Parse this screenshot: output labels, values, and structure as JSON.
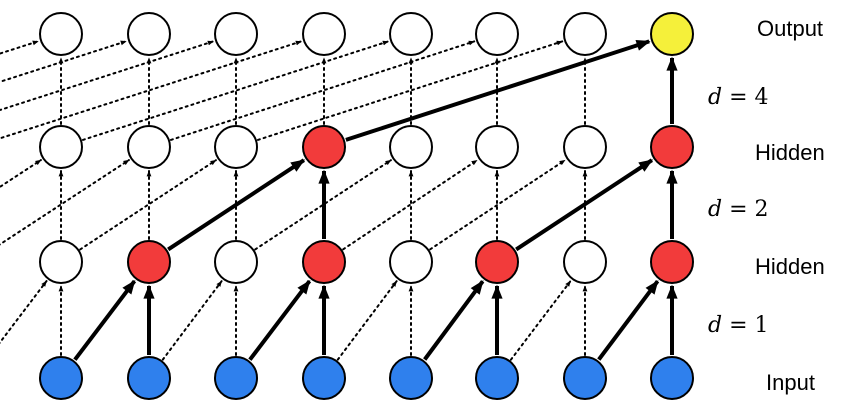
{
  "layer_labels": {
    "output": "Output",
    "hidden_upper": "Hidden",
    "hidden_lower": "Hidden",
    "input": "Input"
  },
  "dilation_labels": {
    "upper": {
      "var": "d",
      "eq": " = ",
      "value": "4"
    },
    "middle": {
      "var": "d",
      "eq": " = ",
      "value": "2"
    },
    "lower": {
      "var": "d",
      "eq": " = ",
      "value": "1"
    }
  },
  "colors": {
    "input_node": "#2f80ed",
    "active_hidden_node": "#f23b3b",
    "output_node": "#f5f03a",
    "inactive_node": "#ffffff",
    "stroke": "#000000"
  },
  "layers": [
    {
      "name": "input",
      "count": 8,
      "dilation": 1
    },
    {
      "name": "hidden-1",
      "count": 8,
      "dilation": 2
    },
    {
      "name": "hidden-2",
      "count": 8,
      "dilation": 4
    },
    {
      "name": "output",
      "count": 8
    }
  ],
  "active_path": {
    "hidden-1": [
      1,
      3,
      5,
      7
    ],
    "hidden-2": [
      3,
      7
    ],
    "output": [
      7
    ]
  }
}
